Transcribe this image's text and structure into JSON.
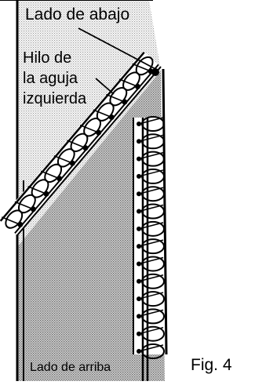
{
  "labels": {
    "bottom_side": "Lado de abajo",
    "needle_thread_line1": "Hilo de",
    "needle_thread_line2": "la aguja",
    "needle_thread_line3": "izquierda",
    "top_side": "Lado de arriba",
    "figure": "Fig. 4"
  },
  "colors": {
    "fabric_light": "#e7e7e7",
    "fabric_dark": "#cfcfcf",
    "ink": "#000000",
    "paper": "#ffffff"
  }
}
